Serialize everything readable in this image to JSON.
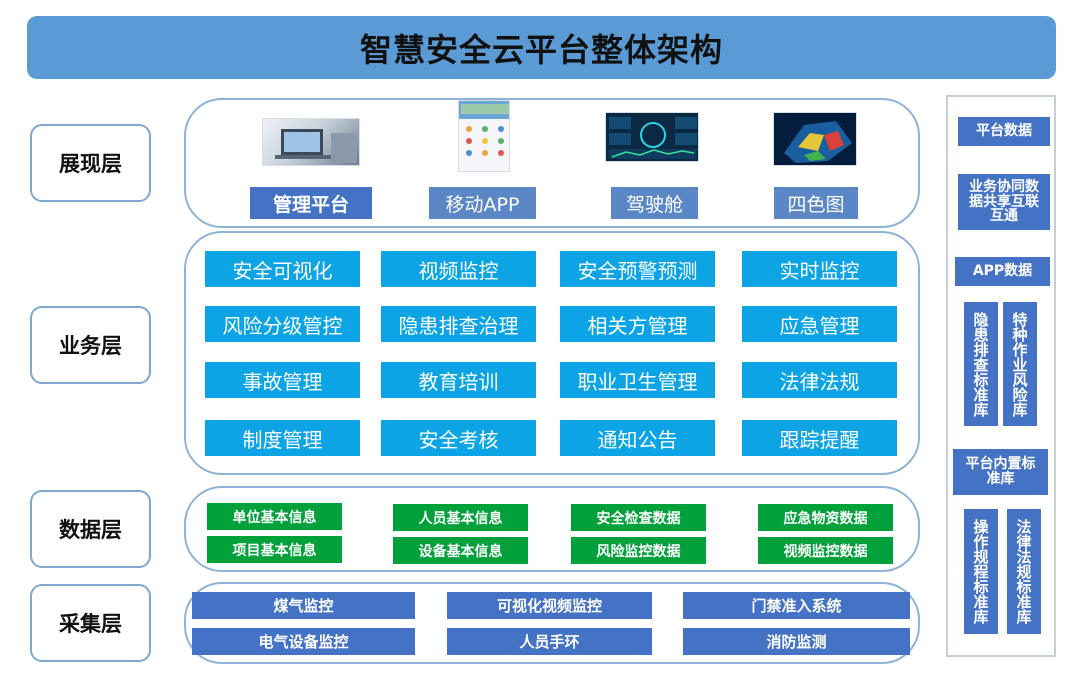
{
  "title": "智慧安全云平台整体架构",
  "layers": {
    "presentation": "展现层",
    "business": "业务层",
    "data": "数据层",
    "collection": "采集层"
  },
  "presentation_items": [
    "管理平台",
    "移动APP",
    "驾驶舱",
    "四色图"
  ],
  "business_items": [
    "安全可视化",
    "视频监控",
    "安全预警预测",
    "实时监控",
    "风险分级管控",
    "隐患排查治理",
    "相关方管理",
    "应急管理",
    "事故管理",
    "教育培训",
    "职业卫生管理",
    "法律法规",
    "制度管理",
    "安全考核",
    "通知公告",
    "跟踪提醒"
  ],
  "data_items": [
    "单位基本信息",
    "人员基本信息",
    "安全检查数据",
    "应急物资数据",
    "项目基本信息",
    "设备基本信息",
    "风险监控数据",
    "视频监控数据"
  ],
  "collection_items": [
    "煤气监控",
    "可视化视频监控",
    "门禁准入系统",
    "电气设备监控",
    "人员手环",
    "消防监测"
  ],
  "right_column": {
    "platform_data": "平台数据",
    "business_sync": "业务协同数据共享互联互通",
    "app_data": "APP数据",
    "hazard_std": "隐患排查标准库",
    "special_ops_std": "特种作业风险库",
    "builtin_std": "平台内置标准库",
    "operation_std": "操作规程标准库",
    "law_std": "法律法规标准库"
  },
  "colors": {
    "title_bar": "#5b9bd5",
    "business_box": "#0da4e6",
    "data_box": "#00a13a",
    "collection_box": "#4472c4"
  }
}
